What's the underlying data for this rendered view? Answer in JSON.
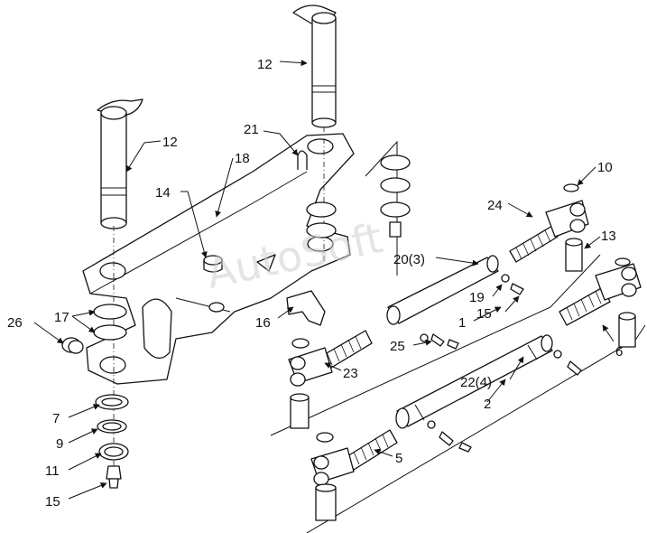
{
  "watermark": "AutoSoft",
  "labels": {
    "l1": "1",
    "l2": "2",
    "l5": "5",
    "l6": "6",
    "l7": "7",
    "l9": "9",
    "l10": "10",
    "l11": "11",
    "l12a": "12",
    "l12b": "12",
    "l13": "13",
    "l14": "14",
    "l15a": "15",
    "l15b": "15",
    "l16": "16",
    "l17": "17",
    "l18": "18",
    "l19": "19",
    "l20": "20(3)",
    "l21": "21",
    "l22": "22(4)",
    "l23": "23",
    "l24": "24",
    "l25": "25",
    "l26": "26"
  }
}
